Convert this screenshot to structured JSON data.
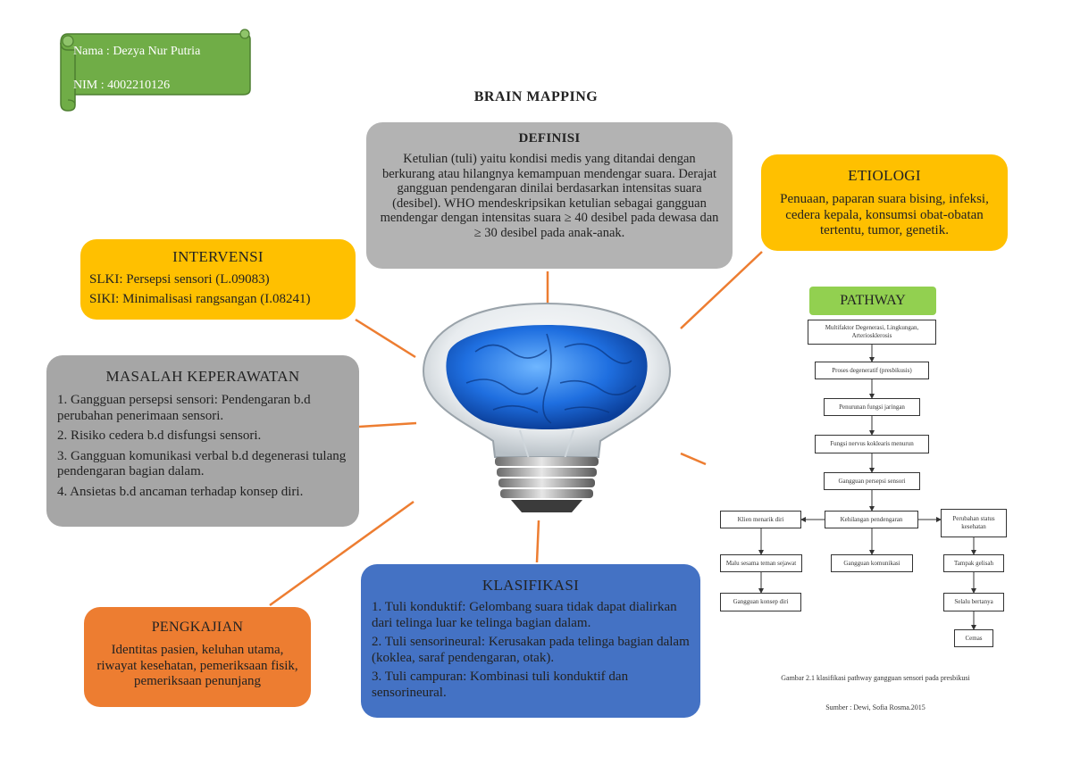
{
  "student": {
    "name_line": "Nama  : Dezya Nur Putria",
    "nim_line": "NIM   : 4002210126"
  },
  "title": "BRAIN MAPPING",
  "definisi": {
    "heading": "DEFINISI",
    "text": "Ketulian (tuli) yaitu kondisi medis yang ditandai dengan berkurang atau hilangnya kemampuan mendengar suara. Derajat gangguan pendengaran dinilai berdasarkan intensitas suara (desibel). WHO mendeskripsikan ketulian sebagai gangguan mendengar dengan intensitas suara ≥ 40 desibel pada dewasa dan ≥ 30 desibel pada anak-anak."
  },
  "etiologi": {
    "heading": "ETIOLOGI",
    "text": "Penuaan, paparan suara bising, infeksi, cedera kepala, konsumsi obat-obatan tertentu, tumor, genetik."
  },
  "intervensi": {
    "heading": "INTERVENSI",
    "slki": "SLKI: Persepsi sensori (L.09083)",
    "siki": "SIKI: Minimalisasi rangsangan (I.08241)"
  },
  "masalah": {
    "heading": "MASALAH KEPERAWATAN",
    "items": [
      "1. Gangguan persepsi sensori: Pendengaran b.d perubahan penerimaan sensori.",
      "2. Risiko cedera b.d disfungsi sensori.",
      "3. Gangguan komunikasi verbal b.d degenerasi tulang pendengaran bagian dalam.",
      "4. Ansietas b.d ancaman terhadap konsep diri."
    ]
  },
  "pengkajian": {
    "heading": "PENGKAJIAN",
    "text": "Identitas pasien, keluhan utama, riwayat kesehatan, pemeriksaan fisik, pemeriksaan penunjang"
  },
  "klasifikasi": {
    "heading": "KLASIFIKASI",
    "items": [
      "1. Tuli konduktif: Gelombang suara tidak dapat dialirkan dari telinga luar ke telinga bagian dalam.",
      "2. Tuli sensorineural: Kerusakan pada telinga bagian dalam (koklea, saraf pendengaran, otak).",
      "3. Tuli campuran: Kombinasi tuli konduktif dan sensorineural."
    ]
  },
  "pathway": {
    "heading": "PATHWAY",
    "nodes": {
      "multifaktor": "Multifaktor Degenerasi, Lingkungan, Arteriosklerosis",
      "degeneratif": "Proses degeneratif (presbikusis)",
      "penurunan": "Penurunan fungsi jaringan",
      "fungsi_nervus": "Fungsi nervus koklearis menurun",
      "gangguan_persepsi": "Gangguan persepsi sensori",
      "kehilangan": "Kehilangan pendengaran",
      "klien_menarik": "Klien menarik diri",
      "malu": "Malu sesama teman sejawat",
      "konsep_diri": "Gangguan konsep diri",
      "komunikasi": "Gangguan komunikasi",
      "perubahan_status": "Perubahan status kesehatan",
      "tampak_gelisah": "Tampak gelisah",
      "selalu_bertanya": "Selalu bertanya",
      "cemas": "Cemas"
    },
    "caption": "Gambar 2.1 klasifikasi pathway gangguan sensori pada presbikusi",
    "source": "Sumber : Dewi, Sofia Rosma.2015"
  },
  "colors": {
    "gray_box": "#b3b3b3",
    "yellow_box": "#ffc000",
    "orange_box": "#ed7d31",
    "blue_box": "#4472c4",
    "green": "#92d050",
    "connector": "#ed7d31"
  }
}
